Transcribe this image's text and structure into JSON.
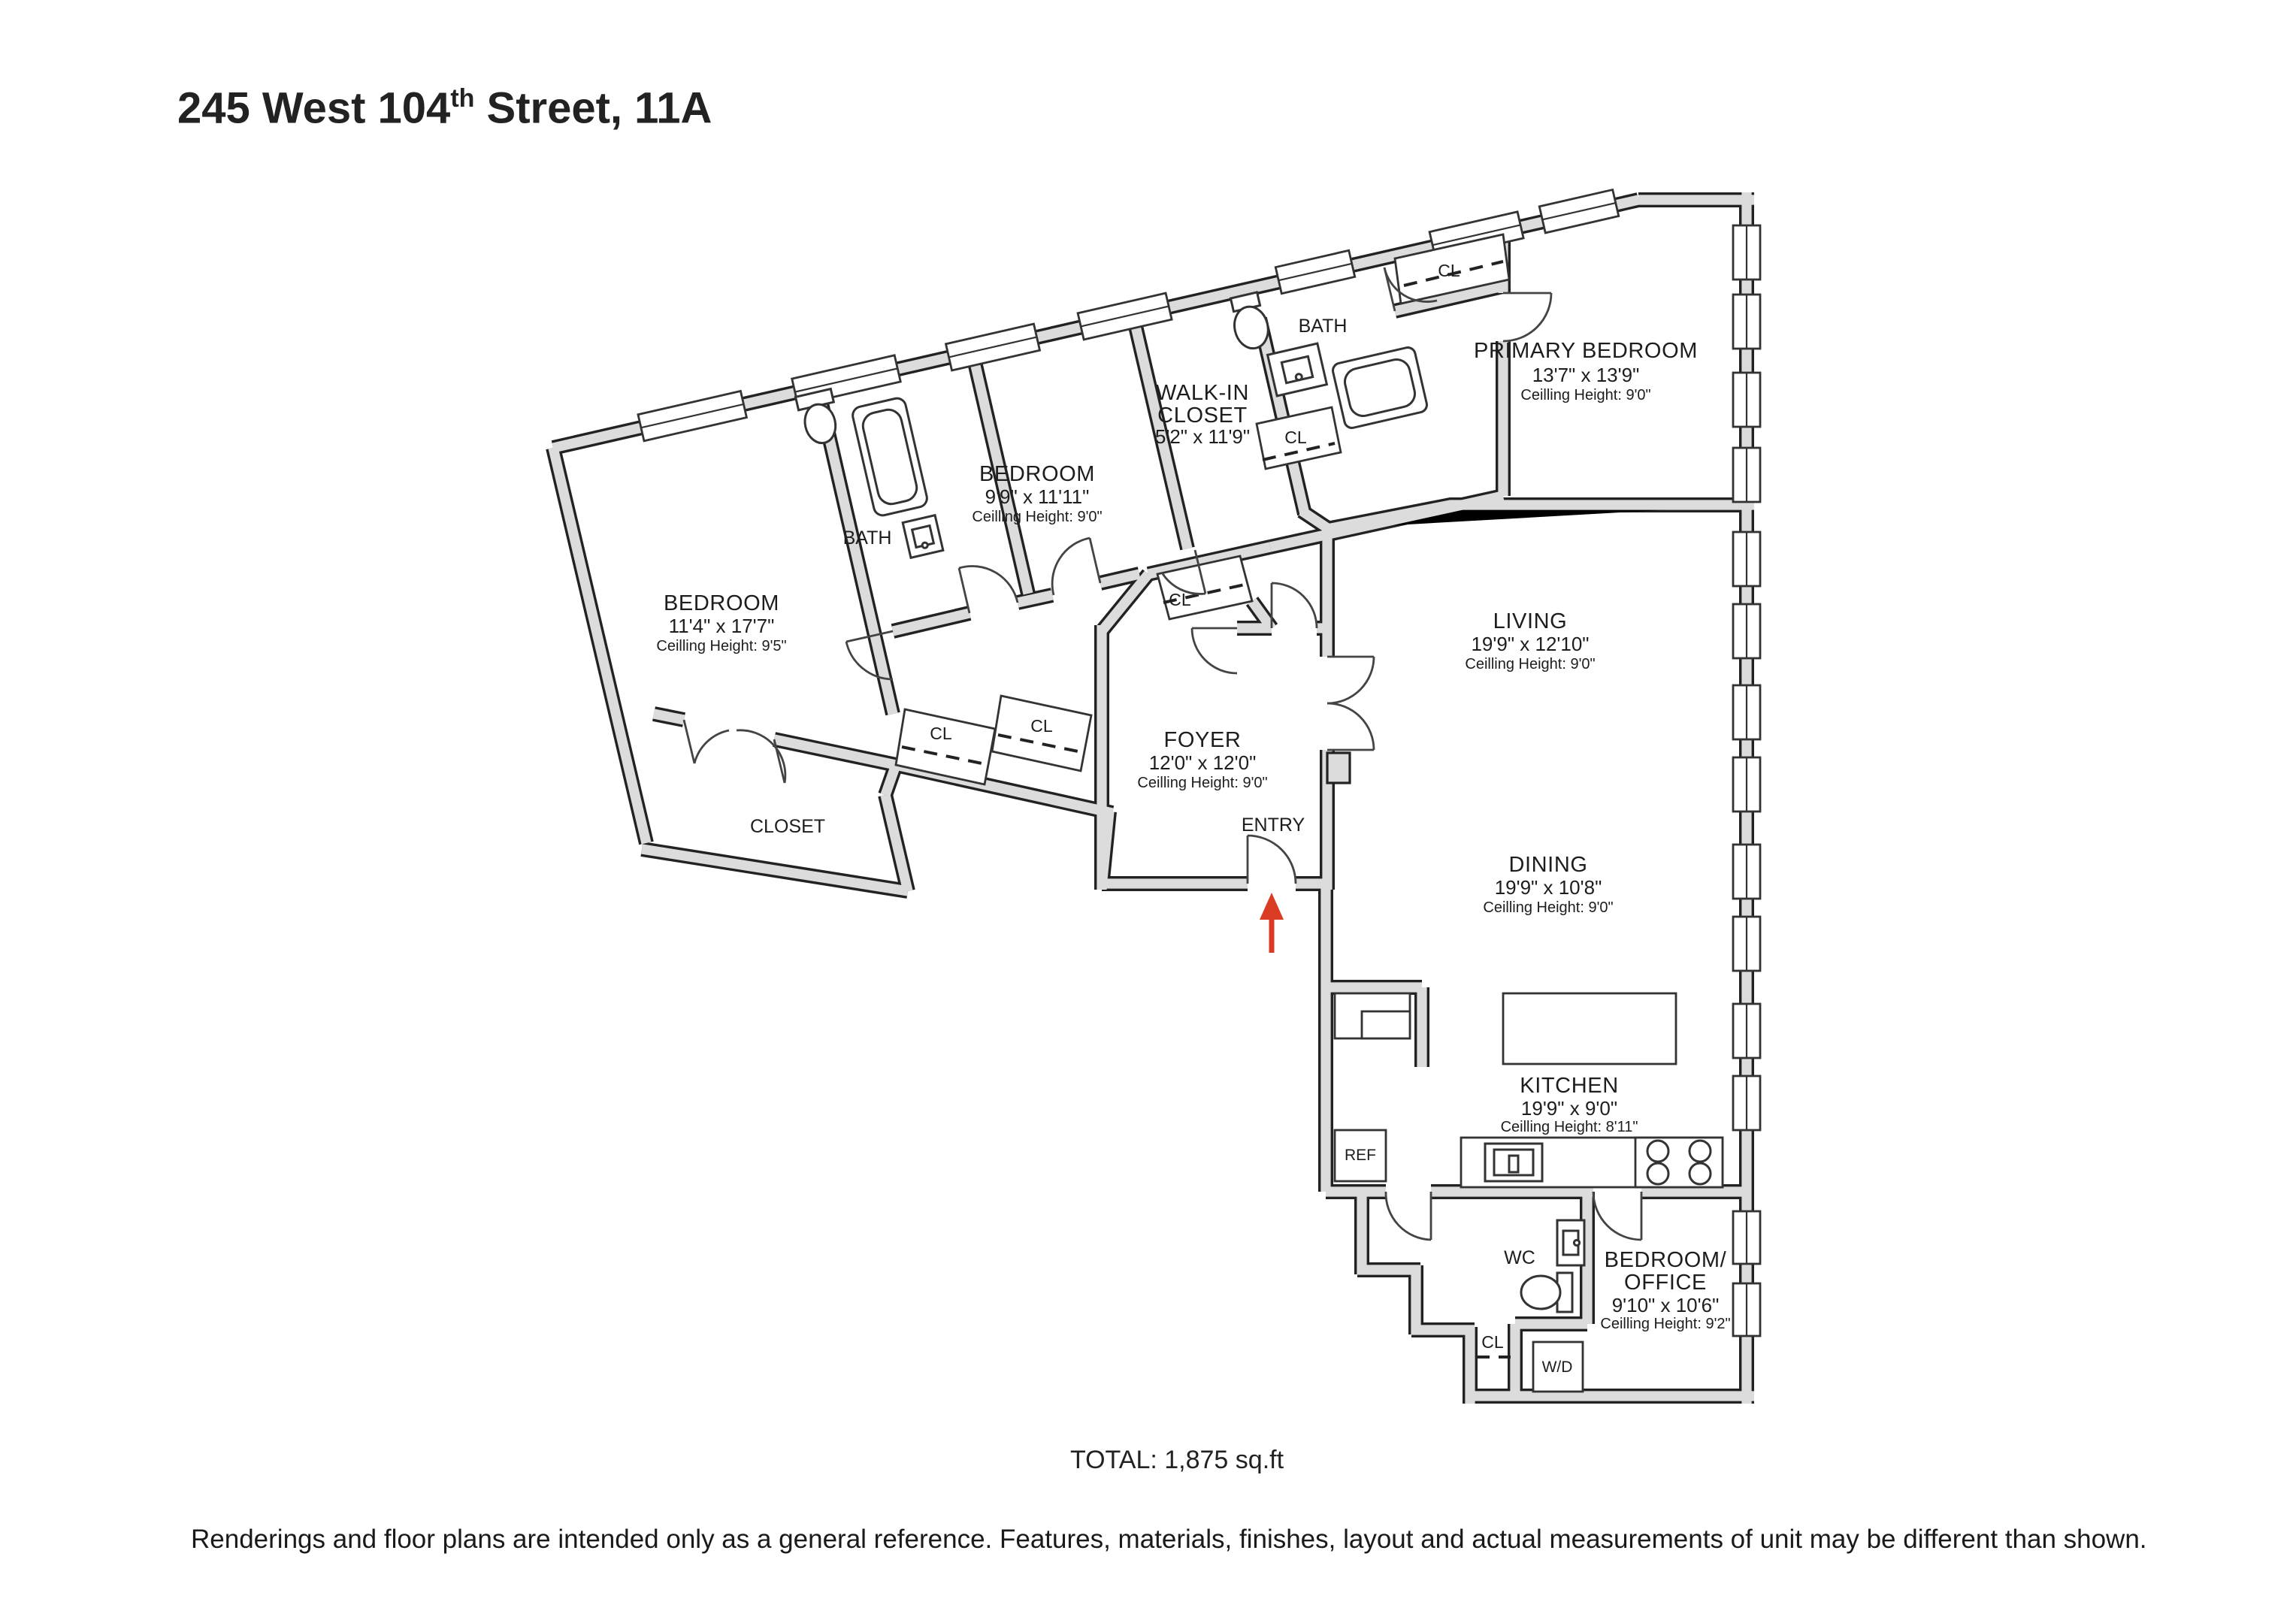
{
  "title": {
    "prefix": "245 West 104",
    "sup": "th",
    "suffix": " Street, 11A"
  },
  "rooms": {
    "primary": {
      "name": "PRIMARY BEDROOM",
      "dims": "13'7\" x 13'9\"",
      "ceiling": "Ceilling Height: 9'0\""
    },
    "bedroom2": {
      "name": "BEDROOM",
      "dims": "9'9\" x 11'11\"",
      "ceiling": "Ceilling Height: 9'0\""
    },
    "walkin": {
      "name1": "WALK-IN",
      "name2": "CLOSET",
      "dims": "5'2\" x 11'9\""
    },
    "bedroom3": {
      "name": "BEDROOM",
      "dims": "11'4\" x 17'7\"",
      "ceiling": "Ceilling Height: 9'5\""
    },
    "living": {
      "name": "LIVING",
      "dims": "19'9\" x 12'10\"",
      "ceiling": "Ceilling Height: 9'0\""
    },
    "foyer": {
      "name": "FOYER",
      "dims": "12'0\" x 12'0\"",
      "ceiling": "Ceilling Height: 9'0\""
    },
    "dining": {
      "name": "DINING",
      "dims": "19'9\" x 10'8\"",
      "ceiling": "Ceilling Height: 9'0\""
    },
    "kitchen": {
      "name": "KITCHEN",
      "dims": "19'9\" x 9'0\"",
      "ceiling": "Ceilling Height: 8'11\""
    },
    "office": {
      "name1": "BEDROOM/",
      "name2": "OFFICE",
      "dims": "9'10\" x 10'6\"",
      "ceiling": "Ceilling Height: 9'2\""
    }
  },
  "labels": {
    "bath_upper": "BATH",
    "bath_mid": "BATH",
    "closet_room": "CLOSET",
    "entry": "ENTRY",
    "ref": "REF",
    "wc": "WC",
    "wd": "W/D",
    "cl": "CL"
  },
  "footer": {
    "total": "TOTAL: 1,875 sq.ft",
    "disclaimer": "Renderings and floor plans are intended only as a general reference. Features, materials, finishes, layout and actual measurements of unit may be different than shown."
  },
  "colors": {
    "wall_fill": "#dcdcdc",
    "wall_stroke": "#222222",
    "arrow": "#d93c22"
  }
}
